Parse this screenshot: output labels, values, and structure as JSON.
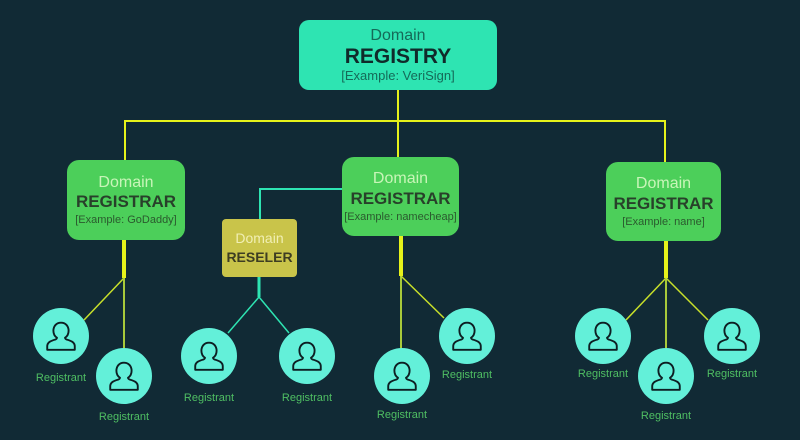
{
  "colors": {
    "background": "#112a35",
    "registry": "#2ee4b2",
    "registrar": "#4ccf5a",
    "reseller": "#c9c44a",
    "registrant": "#63f0d9",
    "connector_main": "#e6f21a",
    "connector_sub": "#a8c93a",
    "connector_reseller": "#2ee4b2"
  },
  "registry": {
    "line1": "Domain",
    "line2": "REGISTRY",
    "line3": "[Example: VeriSign]"
  },
  "registrars": [
    {
      "line1": "Domain",
      "line2": "REGISTRAR",
      "line3": "[Example: GoDaddy]"
    },
    {
      "line1": "Domain",
      "line2": "REGISTRAR",
      "line3": "[Example: namecheap]"
    },
    {
      "line1": "Domain",
      "line2": "REGISTRAR",
      "line3": "[Example: name]"
    }
  ],
  "reseller": {
    "line1": "Domain",
    "line2": "RESELER"
  },
  "registrants": [
    {
      "label": "Registrant",
      "parent": "registrar-1"
    },
    {
      "label": "Registrant",
      "parent": "registrar-1"
    },
    {
      "label": "Registrant",
      "parent": "reseller"
    },
    {
      "label": "Registrant",
      "parent": "reseller"
    },
    {
      "label": "Registrant",
      "parent": "registrar-2"
    },
    {
      "label": "Registrant",
      "parent": "registrar-2"
    },
    {
      "label": "Registrant",
      "parent": "registrar-3"
    },
    {
      "label": "Registrant",
      "parent": "registrar-3"
    },
    {
      "label": "Registrant",
      "parent": "registrar-3"
    }
  ],
  "icons": {
    "registrant": "person-icon"
  }
}
